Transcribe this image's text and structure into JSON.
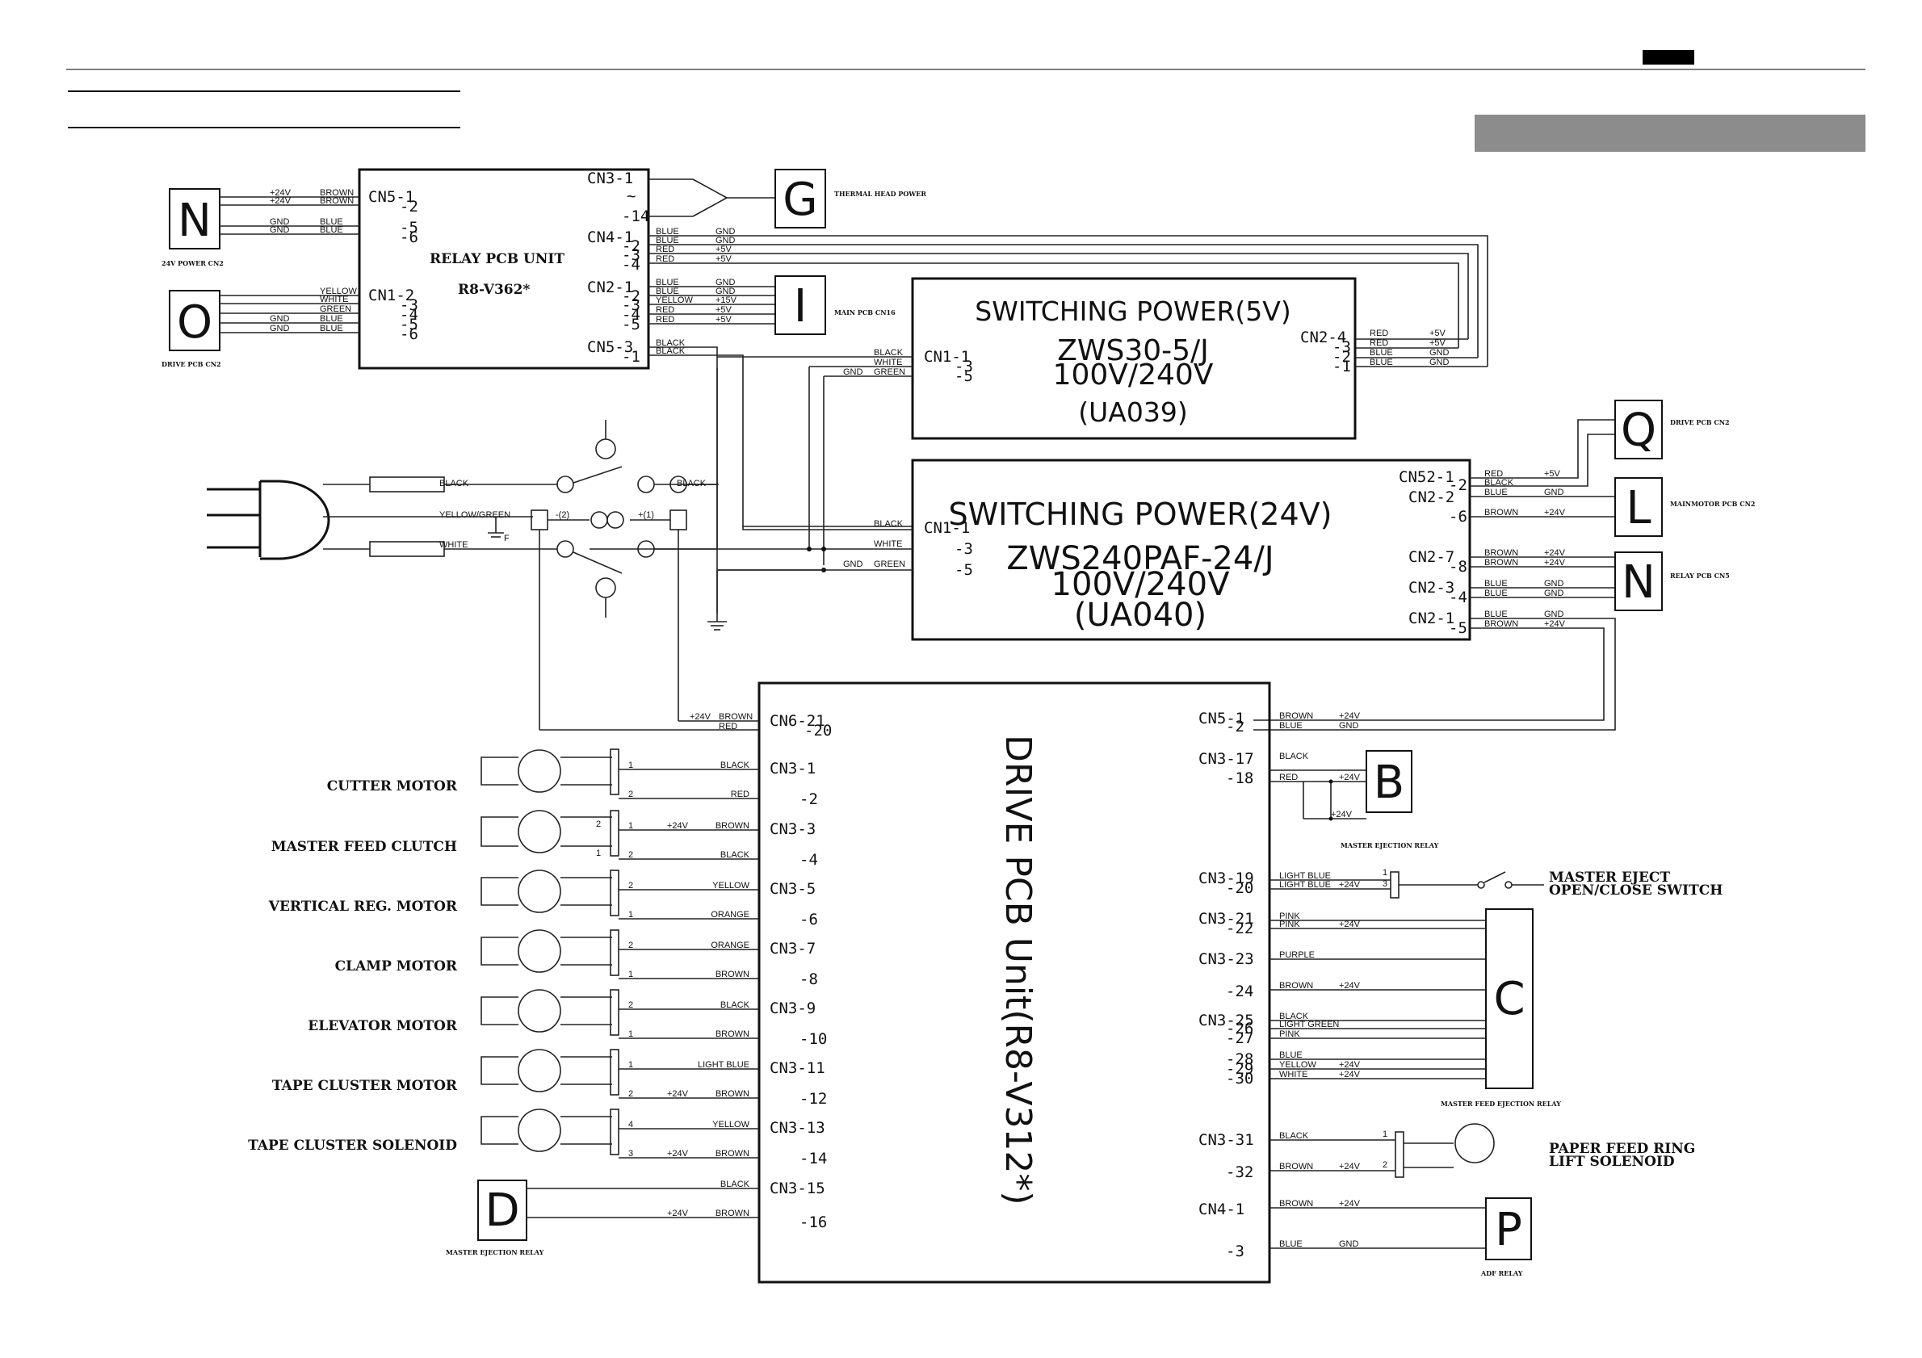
{
  "header": {
    "tab_label": "",
    "section_bar_label": ""
  },
  "units": {
    "relay_pcb": {
      "title": "RELAY PCB UNIT",
      "model": "R8-V362*"
    },
    "psu_5v": {
      "title": "SWITCHING POWER(5V)",
      "model": "ZWS30-5/J",
      "voltage": "100V/240V",
      "code": "(UA039)"
    },
    "psu_24v": {
      "title": "SWITCHING POWER(24V)",
      "model": "ZWS240PAF-24/J",
      "voltage": "100V/240V",
      "code": "(UA040)"
    },
    "drive_pcb": {
      "title": "DRIVE PCB Unit(R8-V312*)"
    }
  },
  "connectors": {
    "N_top": {
      "letter": "N",
      "caption": "24V POWER CN2"
    },
    "O": {
      "letter": "O",
      "caption": "DRIVE PCB CN2"
    },
    "G": {
      "letter": "G",
      "caption": "THERMAL HEAD POWER"
    },
    "I": {
      "letter": "I",
      "caption": "MAIN PCB CN16"
    },
    "Q": {
      "letter": "Q",
      "caption": "DRIVE PCB CN2"
    },
    "L": {
      "letter": "L",
      "caption": "MAINMOTOR PCB CN2"
    },
    "N_right": {
      "letter": "N",
      "caption": "RELAY PCB CN5"
    },
    "B": {
      "letter": "B",
      "caption": "MASTER EJECTION RELAY"
    },
    "C": {
      "letter": "C",
      "caption": "MASTER FEED EJECTION RELAY"
    },
    "P": {
      "letter": "P",
      "caption": "ADF RELAY"
    },
    "D": {
      "letter": "D",
      "caption": "MASTER EJECTION RELAY"
    }
  },
  "relay_pins": {
    "cn5_top": [
      "CN5-1",
      "-2",
      "-5",
      "-6"
    ],
    "cn1": [
      "CN1-2",
      "-3",
      "-4",
      "-5",
      "-6"
    ],
    "cn3": [
      "CN3-1",
      "~",
      "-14"
    ],
    "cn4": [
      "CN4-1",
      "-2",
      "-3",
      "-4"
    ],
    "cn2": [
      "CN2-1",
      "-2",
      "-3",
      "-4",
      "-5"
    ],
    "cn5_bottom": [
      "CN5-3",
      "-1"
    ]
  },
  "relay_wires": {
    "n_top": [
      [
        "+24V",
        "BROWN"
      ],
      [
        "+24V",
        "BROWN"
      ],
      [
        "GND",
        "BLUE"
      ],
      [
        "GND",
        "BLUE"
      ]
    ],
    "o": [
      [
        "",
        "YELLOW"
      ],
      [
        "",
        "WHITE"
      ],
      [
        "",
        "GREEN"
      ],
      [
        "GND",
        "BLUE"
      ],
      [
        "GND",
        "BLUE"
      ]
    ],
    "cn4": [
      [
        "BLUE",
        "GND"
      ],
      [
        "BLUE",
        "GND"
      ],
      [
        "RED",
        "+5V"
      ],
      [
        "RED",
        "+5V"
      ]
    ],
    "cn2": [
      [
        "BLUE",
        "GND"
      ],
      [
        "BLUE",
        "GND"
      ],
      [
        "YELLOW",
        "+15V"
      ],
      [
        "RED",
        "+5V"
      ],
      [
        "RED",
        "+5V"
      ]
    ],
    "cn5b": [
      "BLACK",
      "BLACK"
    ]
  },
  "psu5_pins": {
    "cn1": [
      "CN1-1",
      "-3",
      "-5"
    ],
    "cn2": [
      "CN2-4",
      "-3",
      "-2",
      "-1"
    ]
  },
  "psu5_wires": {
    "in": [
      [
        "",
        "BLACK"
      ],
      [
        "",
        "WHITE"
      ],
      [
        "GND",
        "GREEN"
      ]
    ],
    "out": [
      [
        "RED",
        "+5V"
      ],
      [
        "RED",
        "+5V"
      ],
      [
        "BLUE",
        "GND"
      ],
      [
        "BLUE",
        "GND"
      ]
    ]
  },
  "psu24_pins": {
    "cn1": [
      "CN1-1",
      "-3",
      "-5"
    ],
    "out": [
      "CN52-1",
      "-2",
      "CN2-2",
      "-6",
      "CN2-7",
      "-8",
      "CN2-3",
      "-4",
      "CN2-1",
      "-5"
    ]
  },
  "psu24_wires": {
    "in": [
      [
        "",
        "BLACK"
      ],
      [
        "",
        "WHITE"
      ],
      [
        "GND",
        "GREEN"
      ]
    ],
    "out": [
      [
        "RED",
        "+5V"
      ],
      [
        "BLACK",
        ""
      ],
      [
        "BLUE",
        "GND"
      ],
      [
        "BROWN",
        "+24V"
      ],
      [
        "BROWN",
        "+24V"
      ],
      [
        "BROWN",
        "+24V"
      ],
      [
        "BLUE",
        "GND"
      ],
      [
        "BLUE",
        "GND"
      ],
      [
        "BLUE",
        "GND"
      ],
      [
        "BROWN",
        "+24V"
      ]
    ]
  },
  "ac_input": {
    "black": "BLACK",
    "yellow_green": "YELLOW/GREEN",
    "white": "WHITE",
    "black_right": "BLACK",
    "minus2": "-(2)",
    "plus1": "+(1)",
    "f_mark": "F"
  },
  "drive_left": {
    "cn6": [
      "CN6-21",
      "-20"
    ],
    "cn6_wires": [
      [
        "+24V",
        "BROWN"
      ],
      [
        "",
        "RED"
      ]
    ],
    "pins": [
      "CN3-1",
      "-2",
      "CN3-3",
      "-4",
      "CN3-5",
      "-6",
      "CN3-7",
      "-8",
      "CN3-9",
      "-10",
      "CN3-11",
      "-12",
      "CN3-13",
      "-14",
      "CN3-15",
      "-16"
    ],
    "wires": [
      [
        "1",
        "",
        "BLACK"
      ],
      [
        "2",
        "",
        "RED"
      ],
      [
        "1",
        "+24V",
        "BROWN"
      ],
      [
        "2",
        "",
        "BLACK"
      ],
      [
        "2",
        "",
        "YELLOW"
      ],
      [
        "1",
        "",
        "ORANGE"
      ],
      [
        "2",
        "",
        "ORANGE"
      ],
      [
        "1",
        "",
        "BROWN"
      ],
      [
        "2",
        "",
        "BLACK"
      ],
      [
        "1",
        "",
        "BROWN"
      ],
      [
        "1",
        "",
        "LIGHT BLUE"
      ],
      [
        "2",
        "+24V",
        "BROWN"
      ],
      [
        "4",
        "",
        "YELLOW"
      ],
      [
        "3",
        "+24V",
        "BROWN"
      ],
      [
        "",
        "",
        "BLACK"
      ],
      [
        "",
        "+24V",
        "BROWN"
      ]
    ],
    "clutch_pins": [
      "2",
      "1"
    ],
    "devices": [
      "CUTTER MOTOR",
      "MASTER FEED CLUTCH",
      "VERTICAL REG. MOTOR",
      "CLAMP MOTOR",
      "ELEVATOR MOTOR",
      "TAPE CLUSTER MOTOR",
      "TAPE CLUSTER SOLENOID"
    ]
  },
  "drive_right": {
    "pins": [
      "CN5-1",
      "-2",
      "CN3-17",
      "-18",
      "CN3-19",
      "-20",
      "CN3-21",
      "-22",
      "CN3-23",
      "-24",
      "CN3-25",
      "-26",
      "-27",
      "-28",
      "-29",
      "-30",
      "CN3-31",
      "-32",
      "CN4-1",
      "-3"
    ],
    "wires": [
      [
        "BROWN",
        "+24V"
      ],
      [
        "BLUE",
        "GND"
      ],
      [
        "BLACK",
        ""
      ],
      [
        "RED",
        "+24V"
      ],
      [
        "LIGHT BLUE",
        ""
      ],
      [
        "LIGHT BLUE",
        "+24V"
      ],
      [
        "PINK",
        ""
      ],
      [
        "PINK",
        "+24V"
      ],
      [
        "PURPLE",
        ""
      ],
      [
        "BROWN",
        "+24V"
      ],
      [
        "BLACK",
        ""
      ],
      [
        "LIGHT GREEN",
        ""
      ],
      [
        "PINK",
        ""
      ],
      [
        "BLUE",
        ""
      ],
      [
        "YELLOW",
        "+24V"
      ],
      [
        "WHITE",
        "+24V"
      ],
      [
        "BLACK",
        ""
      ],
      [
        "BROWN",
        "+24V"
      ],
      [
        "BROWN",
        "+24V"
      ],
      [
        "BLUE",
        "GND"
      ]
    ],
    "b_extra": "+24V",
    "switch_pins": [
      "1",
      "3"
    ],
    "solenoid_pins": [
      "1",
      "2"
    ],
    "devices": [
      "MASTER EJECT",
      "OPEN/CLOSE SWITCH",
      "PAPER FEED RING",
      "LIFT SOLENOID"
    ]
  }
}
